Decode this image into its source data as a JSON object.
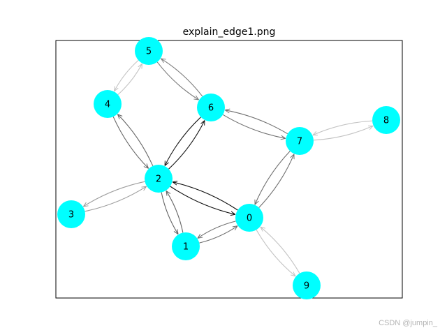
{
  "title": "explain_edge1.png",
  "watermark": "CSDN @jumpin_",
  "colors": {
    "node": "#00ffff",
    "axes": "#000000",
    "background": "#ffffff"
  },
  "graph": {
    "type": "directed-graph",
    "nodes": [
      {
        "id": "0",
        "label": "0"
      },
      {
        "id": "1",
        "label": "1"
      },
      {
        "id": "2",
        "label": "2"
      },
      {
        "id": "3",
        "label": "3"
      },
      {
        "id": "4",
        "label": "4"
      },
      {
        "id": "5",
        "label": "5"
      },
      {
        "id": "6",
        "label": "6"
      },
      {
        "id": "7",
        "label": "7"
      },
      {
        "id": "8",
        "label": "8"
      },
      {
        "id": "9",
        "label": "9"
      }
    ],
    "edges": [
      {
        "source": "0",
        "target": "2",
        "weight": 1.0
      },
      {
        "source": "2",
        "target": "0",
        "weight": 1.0
      },
      {
        "source": "2",
        "target": "6",
        "weight": 0.95
      },
      {
        "source": "6",
        "target": "2",
        "weight": 0.95
      },
      {
        "source": "0",
        "target": "7",
        "weight": 0.55
      },
      {
        "source": "7",
        "target": "0",
        "weight": 0.55
      },
      {
        "source": "6",
        "target": "7",
        "weight": 0.55
      },
      {
        "source": "7",
        "target": "6",
        "weight": 0.55
      },
      {
        "source": "0",
        "target": "1",
        "weight": 0.55
      },
      {
        "source": "1",
        "target": "0",
        "weight": 0.55
      },
      {
        "source": "2",
        "target": "1",
        "weight": 0.6
      },
      {
        "source": "1",
        "target": "2",
        "weight": 0.6
      },
      {
        "source": "2",
        "target": "4",
        "weight": 0.6
      },
      {
        "source": "4",
        "target": "2",
        "weight": 0.6
      },
      {
        "source": "5",
        "target": "6",
        "weight": 0.5
      },
      {
        "source": "6",
        "target": "5",
        "weight": 0.5
      },
      {
        "source": "2",
        "target": "3",
        "weight": 0.35
      },
      {
        "source": "3",
        "target": "2",
        "weight": 0.35
      },
      {
        "source": "4",
        "target": "5",
        "weight": 0.18
      },
      {
        "source": "5",
        "target": "4",
        "weight": 0.18
      },
      {
        "source": "7",
        "target": "8",
        "weight": 0.18
      },
      {
        "source": "8",
        "target": "7",
        "weight": 0.18
      },
      {
        "source": "0",
        "target": "9",
        "weight": 0.18
      },
      {
        "source": "9",
        "target": "0",
        "weight": 0.18
      }
    ]
  }
}
